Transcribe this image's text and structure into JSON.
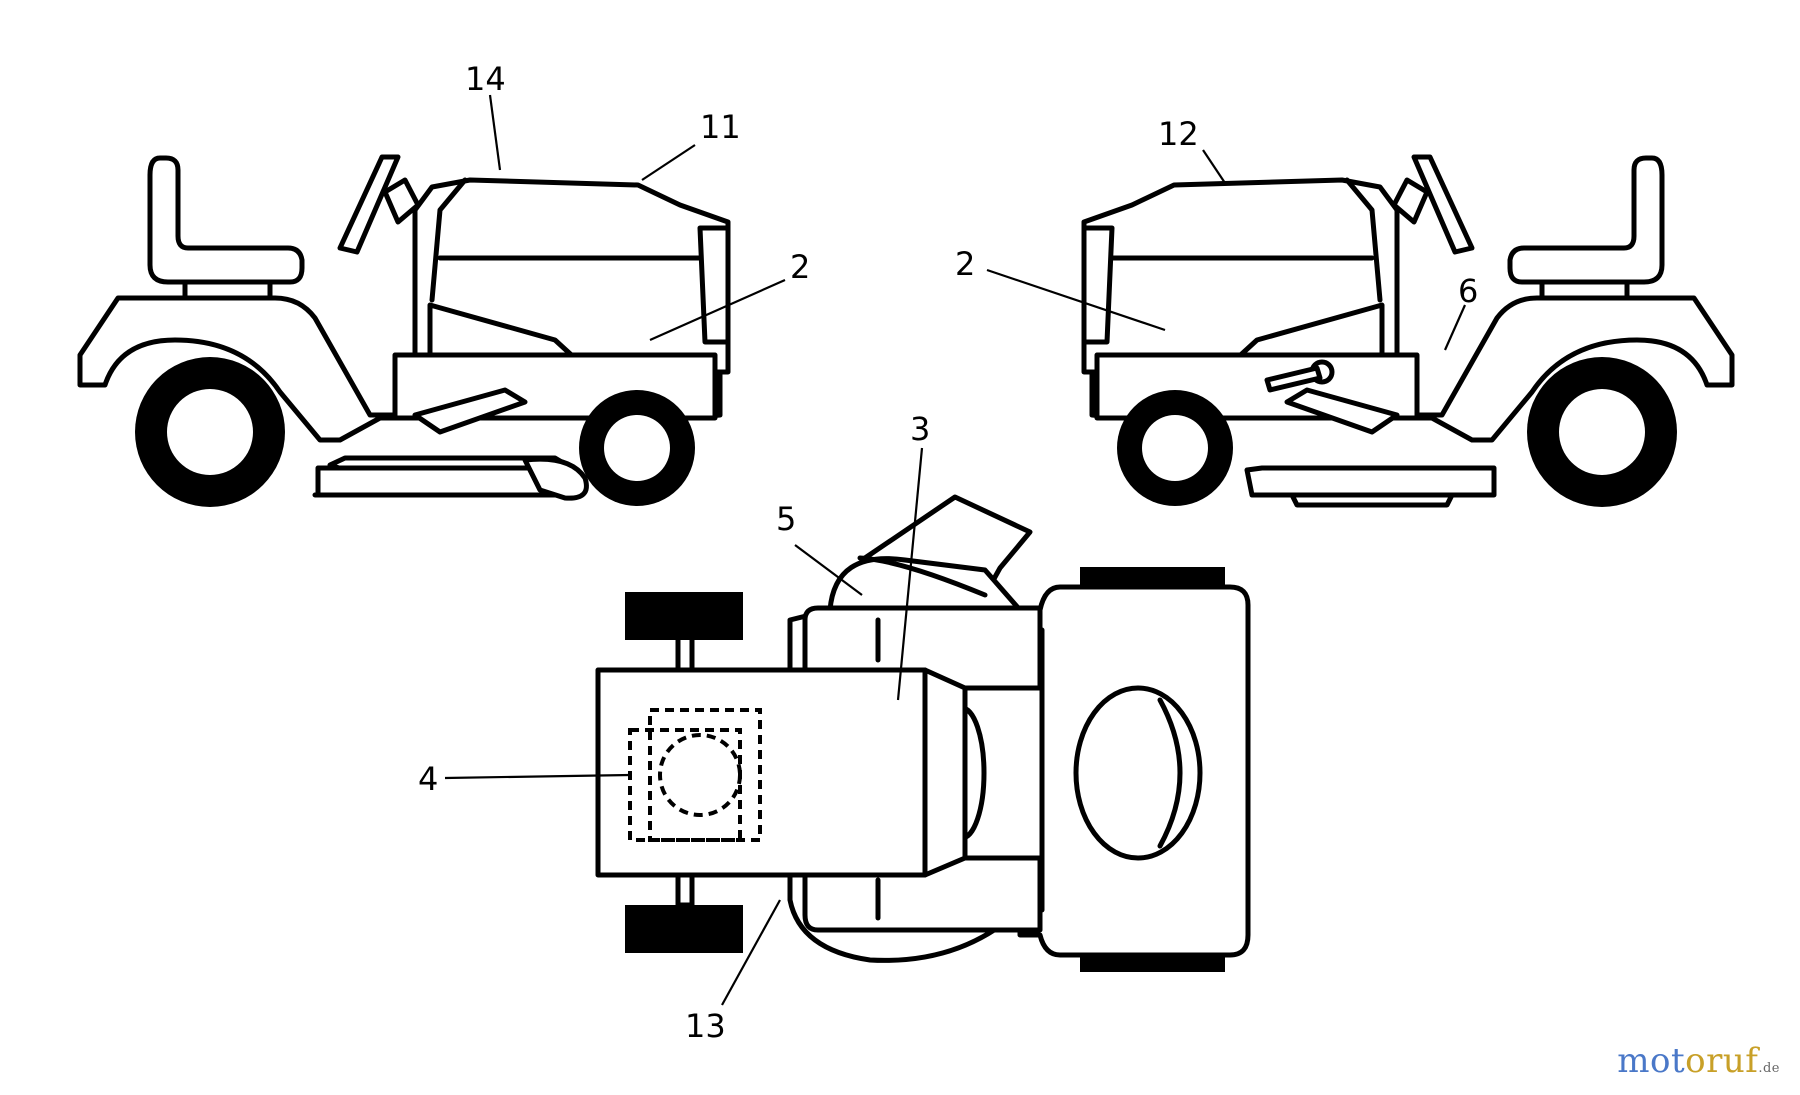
{
  "diagram": {
    "callouts": {
      "c14": "14",
      "c11": "11",
      "c2_left": "2",
      "c12": "12",
      "c2_right": "2",
      "c6": "6",
      "c3": "3",
      "c5": "5",
      "c4": "4",
      "c13": "13"
    }
  },
  "watermark": {
    "brand": "motoruf",
    "suffix": ".de",
    "colors": [
      "#4a78c8",
      "#c8a028"
    ]
  }
}
